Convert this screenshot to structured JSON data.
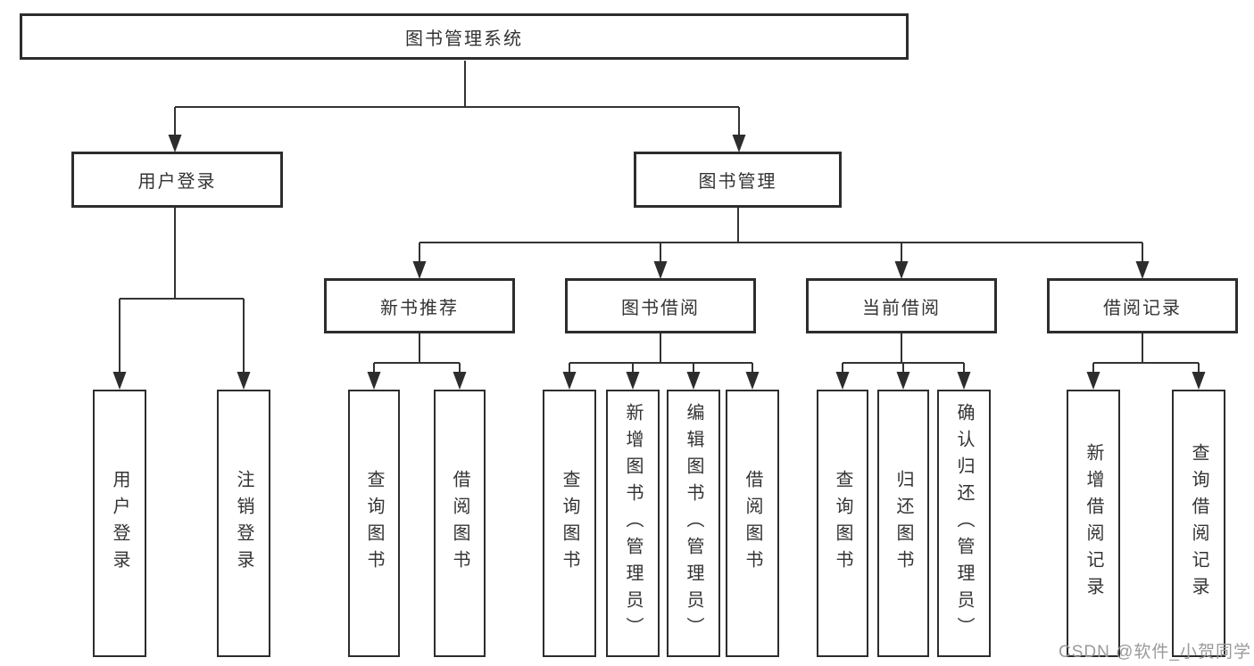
{
  "colors": {
    "line": "#333333",
    "box_border": "#2d2d2d",
    "box_fill": "#ffffff",
    "text": "#333333",
    "watermark": "#9a9a9a",
    "background": "#ffffff"
  },
  "watermark": {
    "text": "CSDN @软件_小贺同学"
  },
  "tree": {
    "root": {
      "label": "图书管理系统"
    },
    "branches": [
      {
        "label": "用户登录",
        "children": [
          {
            "label": "用户登录"
          },
          {
            "label": "注销登录"
          }
        ]
      },
      {
        "label": "图书管理",
        "sections": [
          {
            "label": "新书推荐",
            "children": [
              {
                "label": "查询图书"
              },
              {
                "label": "借阅图书"
              }
            ]
          },
          {
            "label": "图书借阅",
            "children": [
              {
                "label": "查询图书"
              },
              {
                "label": "新增图书（管理员）"
              },
              {
                "label": "编辑图书（管理员）"
              },
              {
                "label": "借阅图书"
              }
            ]
          },
          {
            "label": "当前借阅",
            "children": [
              {
                "label": "查询图书"
              },
              {
                "label": "归还图书"
              },
              {
                "label": "确认归还（管理员）"
              }
            ]
          },
          {
            "label": "借阅记录",
            "children": [
              {
                "label": "新增借阅记录"
              },
              {
                "label": "查询借阅记录"
              }
            ]
          }
        ]
      }
    ]
  }
}
